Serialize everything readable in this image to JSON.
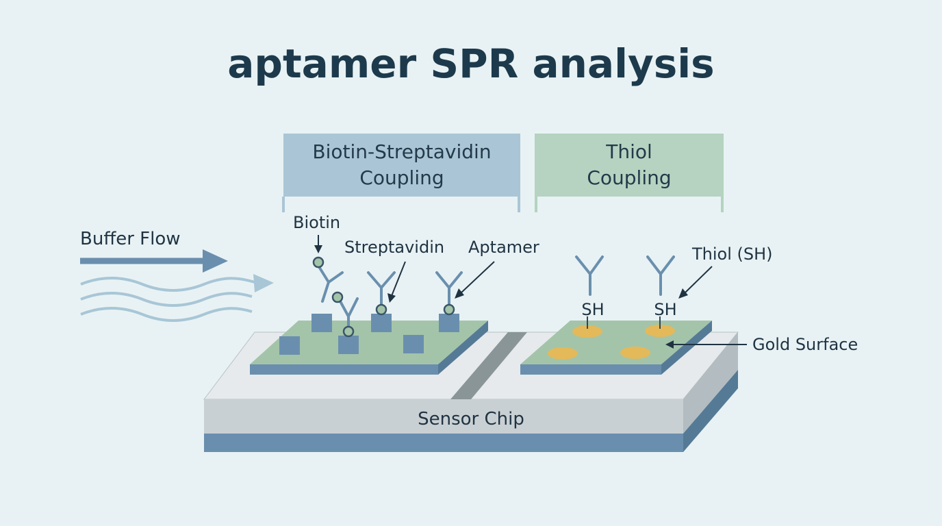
{
  "title": "aptamer SPR analysis",
  "panels": {
    "biotin": {
      "line1": "Biotin-Streptavidin",
      "line2": "Coupling",
      "color": "#aac6d6"
    },
    "thiol": {
      "line1": "Thiol",
      "line2": "Coupling",
      "color": "#b5d3c0"
    }
  },
  "labels": {
    "buffer_flow": "Buffer Flow",
    "biotin": "Biotin",
    "streptavidin": "Streptavidin",
    "aptamer": "Aptamer",
    "thiol_sh": "Thiol (SH)",
    "sh": "SH",
    "gold_surface": "Gold Surface",
    "sensor_chip": "Sensor Chip"
  },
  "colors": {
    "background": "#e8f2f4",
    "title": "#1d3a4c",
    "steel_blue": "#6a8fae",
    "green_layer": "#a3c4a9",
    "gold": "#e3b95a",
    "chip_gray": "#c9d0d3"
  }
}
